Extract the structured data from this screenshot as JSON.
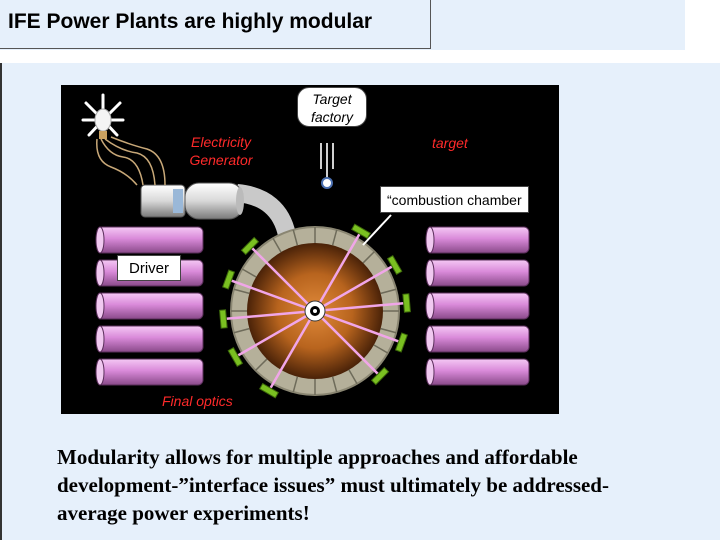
{
  "slide": {
    "title": "IFE Power Plants are highly modular",
    "caption": "Modularity allows for multiple approaches and affordable development-”interface issues” must ultimately be addressed-average power experiments!"
  },
  "diagram": {
    "labels": {
      "target_factory": "Target factory",
      "electricity_generator": "Electricity Generator",
      "target": "target",
      "combustion_chamber": "“combustion chamber",
      "driver": "Driver",
      "final_optics": "Final optics"
    },
    "colors": {
      "background": "#000000",
      "driver_tube": "#d98ad9",
      "chamber_core": "#b8641e",
      "chamber_wall": "#b5b09a",
      "final_optics": "#7ac021",
      "label_red": "#ff2a2a"
    }
  }
}
